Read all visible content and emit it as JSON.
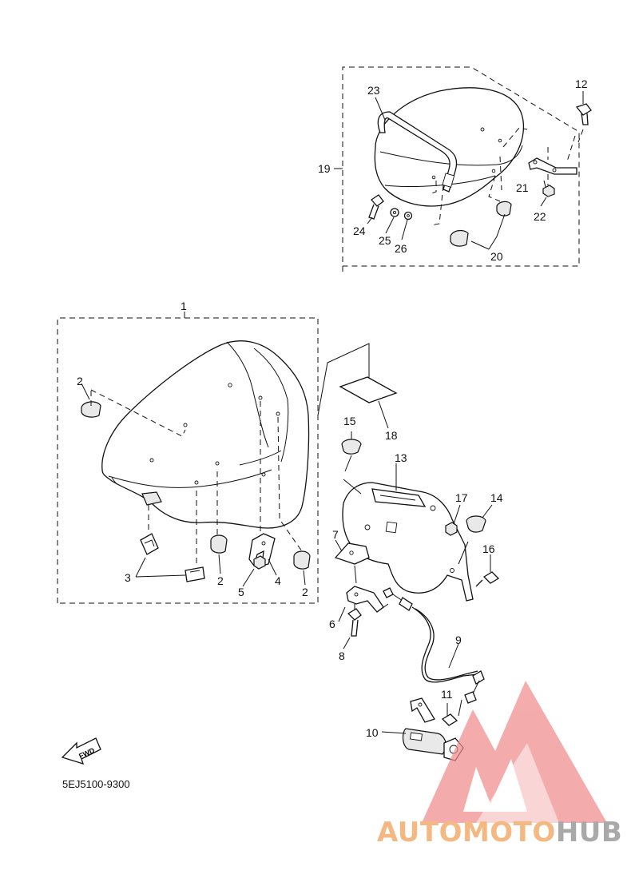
{
  "callouts": {
    "n1": "1",
    "n2a": "2",
    "n2b": "2",
    "n2c": "2",
    "n3": "3",
    "n4": "4",
    "n5": "5",
    "n6": "6",
    "n7": "7",
    "n8": "8",
    "n9": "9",
    "n10": "10",
    "n11": "11",
    "n12": "12",
    "n13": "13",
    "n14": "14",
    "n15": "15",
    "n16": "16",
    "n17": "17",
    "n18": "18",
    "n19": "19",
    "n20": "20",
    "n21": "21",
    "n22": "22",
    "n23": "23",
    "n24": "24",
    "n25": "25",
    "n26": "26"
  },
  "fwd_label": "FWD",
  "diagram_code": "5EJ5100-9300",
  "watermark": {
    "part_a": "AUTOMOTO",
    "part_b": "HUB",
    "colors": {
      "triangle": "#f08c8c",
      "text_a": "#f4b982",
      "text_b": "#a9a9a9"
    }
  }
}
